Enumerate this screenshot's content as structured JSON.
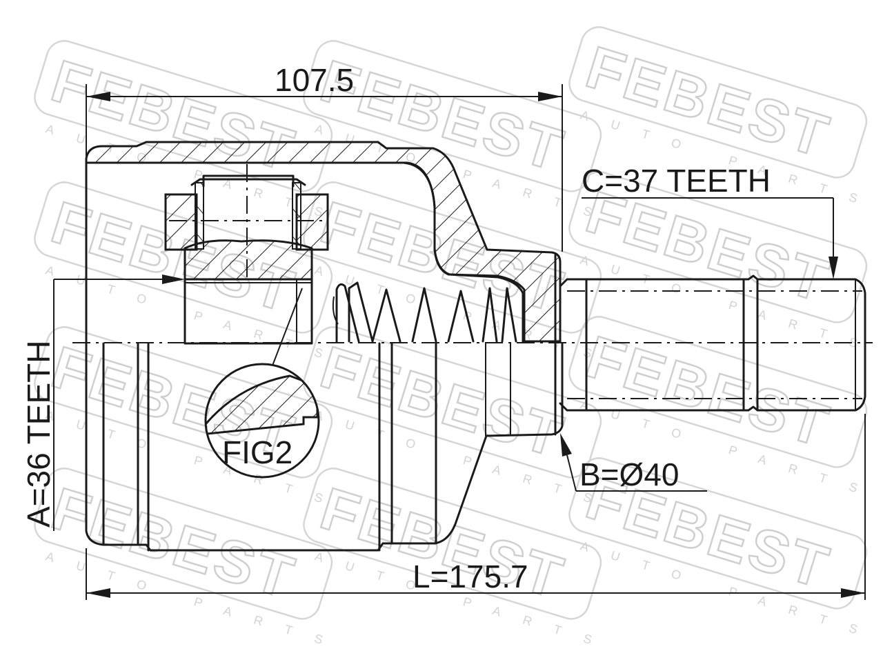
{
  "watermark": {
    "brand": "FEBEST",
    "tagline": "AUTO PARTS"
  },
  "dimensions": {
    "housing_length": "107.5",
    "total_length": "L=175.7",
    "spline_a": "A=36 TEETH",
    "spline_b": "B=Ø40",
    "spline_c": "C=37 TEETH"
  },
  "detail": {
    "label": "FIG2"
  },
  "colors": {
    "line": "#1a1a1a",
    "watermark": "#cfcfcf",
    "background": "#ffffff"
  }
}
